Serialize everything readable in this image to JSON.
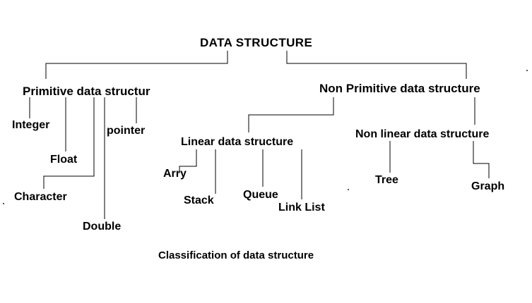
{
  "diagram": {
    "title": "DATA STRUCTURE",
    "caption": "Classification of data structure",
    "line_color": "#000000",
    "text_color": "#000000",
    "background_color": "#ffffff",
    "nodes": {
      "root": "DATA STRUCTURE",
      "primitive": "Primitive data structur",
      "non_primitive": "Non Primitive data structure",
      "linear": "Linear data structure",
      "non_linear": "Non linear data structure",
      "integer": "Integer",
      "float": "Float",
      "character": "Character",
      "double": "Double",
      "pointer": "pointer",
      "arry": "Arry",
      "stack": "Stack",
      "queue": "Queue",
      "link_list": "Link List",
      "tree": "Tree",
      "graph": "Graph"
    }
  }
}
